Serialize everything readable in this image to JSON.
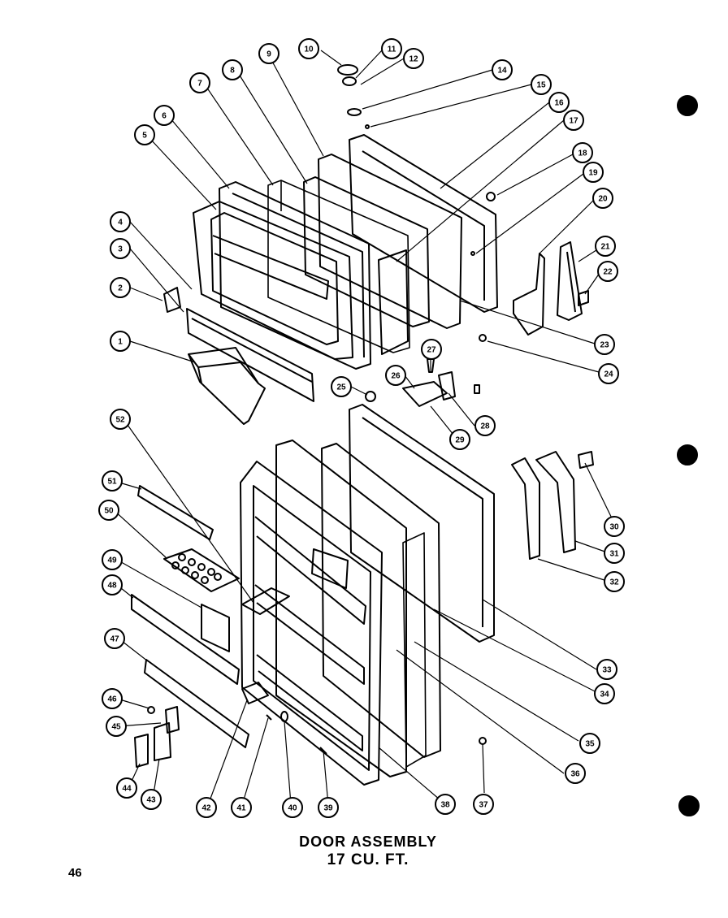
{
  "caption": {
    "line1": "DOOR ASSEMBLY",
    "line2": "17 CU. FT."
  },
  "page_number": "46",
  "callouts": [
    "1",
    "2",
    "3",
    "4",
    "5",
    "6",
    "7",
    "8",
    "9",
    "10",
    "11",
    "12",
    "14",
    "15",
    "16",
    "17",
    "18",
    "19",
    "20",
    "21",
    "22",
    "23",
    "24",
    "25",
    "26",
    "27",
    "28",
    "29",
    "30",
    "31",
    "32",
    "33",
    "34",
    "35",
    "36",
    "37",
    "38",
    "39",
    "40",
    "41",
    "42",
    "43",
    "44",
    "45",
    "46",
    "47",
    "48",
    "49",
    "50",
    "51",
    "52"
  ]
}
